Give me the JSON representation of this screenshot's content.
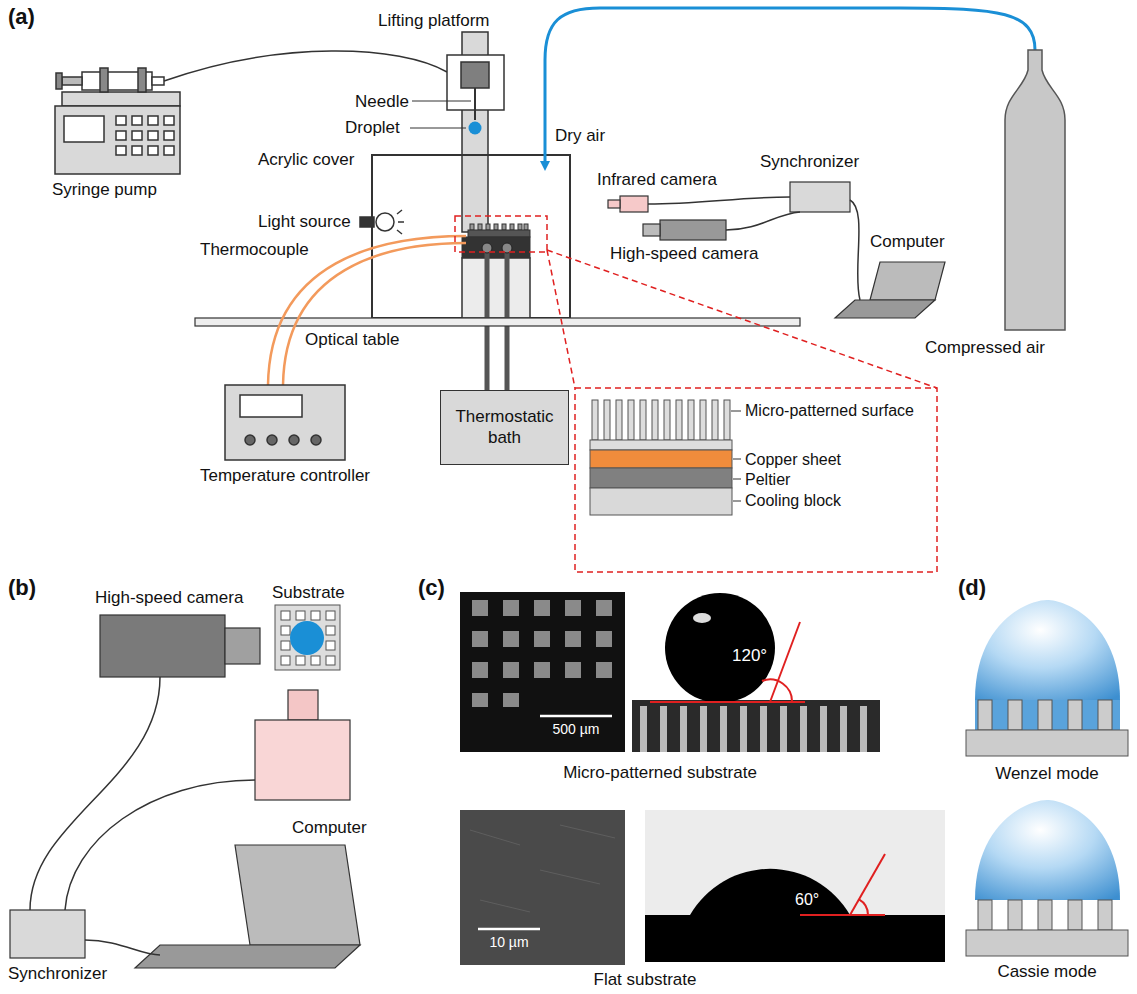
{
  "diagram": {
    "nodes": [
      {
        "text": [
          "Thermostatic bath"
        ]
      }
    ],
    "labels": [
      "(a)",
      "Lifting platform",
      "Needle",
      "Droplet",
      "Dry air",
      "Syringe pump",
      "Acrylic cover",
      "Synchronizer",
      "Infrared camera",
      "Light source",
      "High-speed camera",
      "Computer",
      "Thermocouple",
      "Optical table",
      "Compressed air",
      "Micro-patterned surface",
      "Copper sheet",
      "Peltier",
      "Cooling block",
      "Temperature controller",
      "(b)",
      "High-speed camera",
      "Substrate",
      "Synchronizer",
      "Computer",
      "(c)",
      "500 µm",
      "120°",
      "Micro-patterned substrate",
      "10 µm",
      "60°",
      "Flat substrate",
      "(d)",
      "Wenzel mode",
      "Cassie mode"
    ]
  }
}
